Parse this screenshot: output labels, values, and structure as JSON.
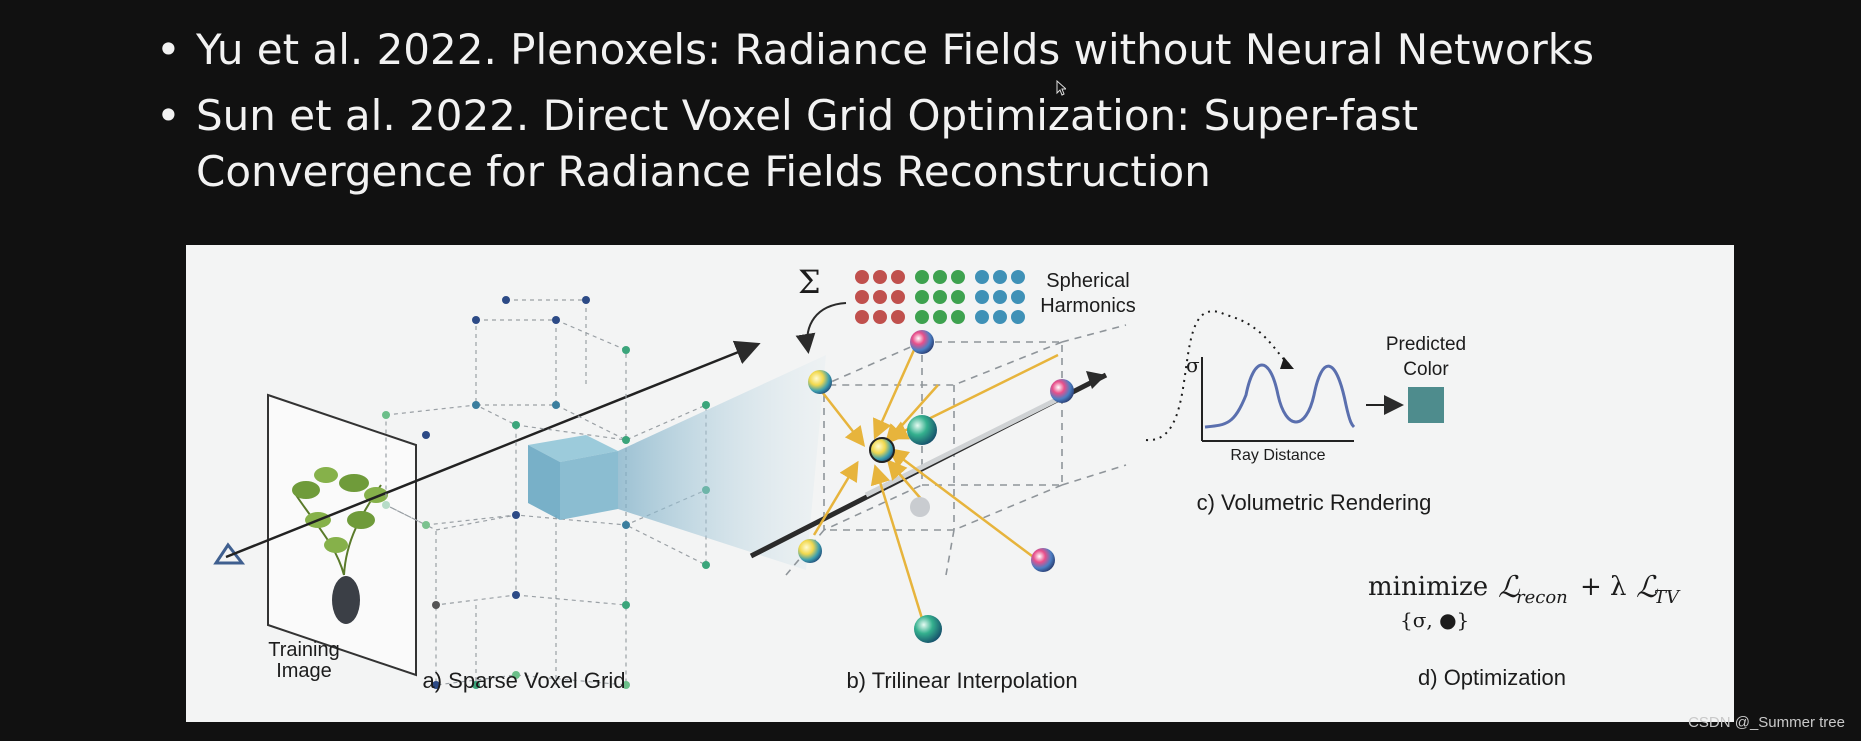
{
  "slide": {
    "bullets": [
      {
        "marker": "•",
        "lines": [
          "Yu et al. 2022. Plenoxels: Radiance Fields without Neural Networks"
        ]
      },
      {
        "marker": "•",
        "lines": [
          "Sun et al. 2022. Direct Voxel Grid Optimization: Super-fast",
          "Convergence for Radiance Fields Reconstruction"
        ]
      }
    ]
  },
  "figure": {
    "sigma_sum_symbol": "Σ",
    "sh_label_line1": "Spherical",
    "sh_label_line2": "Harmonics",
    "training_image_line1": "Training",
    "training_image_line2": "Image",
    "panel_a": "a) Sparse Voxel Grid",
    "panel_b": "b) Trilinear Interpolation",
    "panel_c": "c) Volumetric Rendering",
    "panel_d": "d) Optimization",
    "predicted_color_line1": "Predicted",
    "predicted_color_line2": "Color",
    "ray_distance": "Ray Distance",
    "sigma_axis": "σ",
    "minimize_text": "minimize",
    "loss_expression": "ℒrecon + λℒTV",
    "loss_recon_symbol": "ℒ",
    "loss_recon_sub": "recon",
    "plus": "+ λ",
    "loss_tv_symbol": "ℒ",
    "loss_tv_sub": "TV",
    "minimize_over": "{σ, ●}",
    "colors": {
      "predicted_color": "#4e8c8d",
      "arrow_yellow": "#e7b43c",
      "grid_dash": "#8f959a",
      "curve_blue": "#5a6fae"
    }
  },
  "watermark": "CSDN @_Summer tree"
}
